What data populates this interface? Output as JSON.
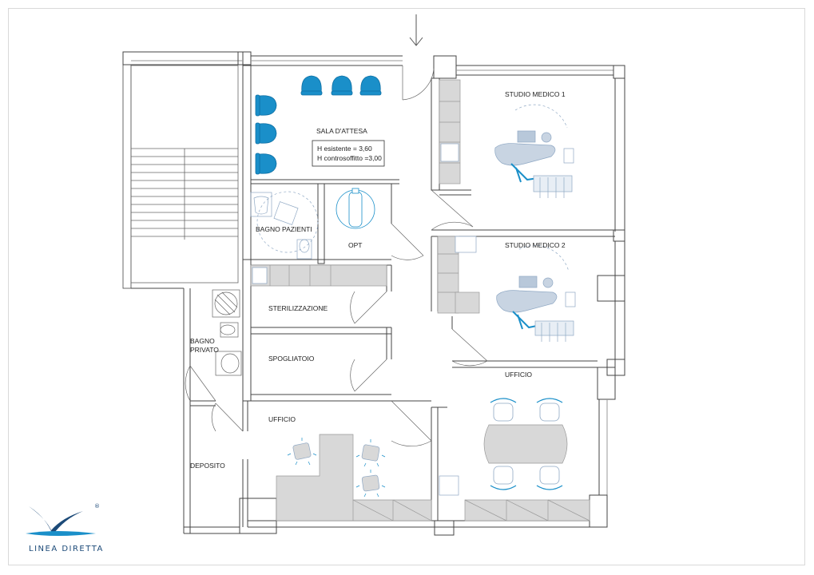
{
  "plan": {
    "rooms": {
      "waiting_room": "SALA D'ATTESA",
      "studio_1": "STUDIO MEDICO 1",
      "studio_2": "STUDIO MEDICO 2",
      "patient_bath": "BAGNO PAZIENTI",
      "opt": "OPT",
      "sterilization": "STERILIZZAZIONE",
      "changing_room": "SPOGLIATOIO",
      "private_bath_line1": "BAGNO",
      "private_bath_line2": "PRIVATO",
      "office_left": "UFFICIO",
      "office_right": "UFFICIO",
      "storage": "DEPOSITO"
    },
    "ceiling_note": {
      "line1": "H esistente = 3,60",
      "line2": "H controsoffitto =3,00"
    }
  },
  "brand": {
    "name": "LINEA DIRETTA",
    "registered": "®"
  },
  "colors": {
    "wall": "#444444",
    "furniture": "#d8d8d8",
    "accent": "#1a8fc9",
    "equipment": "#8fb7dc"
  }
}
